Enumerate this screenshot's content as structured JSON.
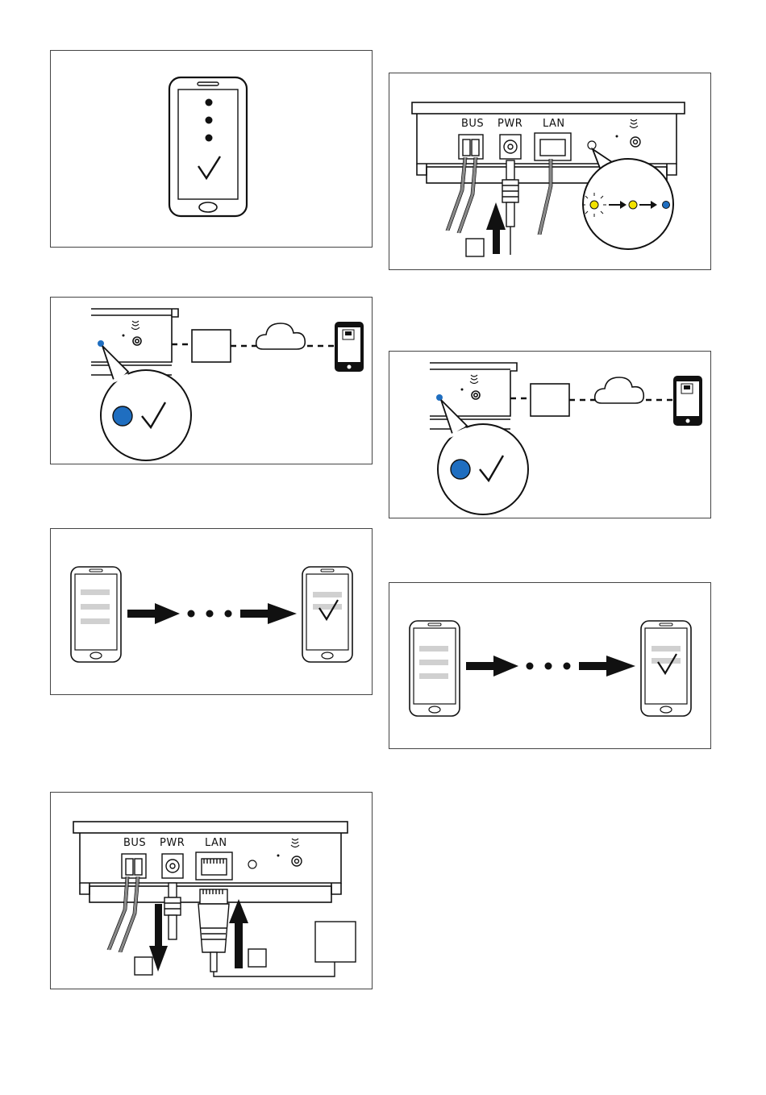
{
  "ports": {
    "bus": "BUS",
    "pwr": "PWR",
    "lan": "LAN"
  },
  "colors": {
    "led_blue": "#1f6ec0",
    "led_yellow": "#f2e200",
    "line": "#111111",
    "cable": "#8a8a8a",
    "menu_bar": "#d0d0d0"
  },
  "icons": [
    "phone-icon",
    "check-icon",
    "cloud-icon",
    "router-box-icon",
    "arrow-right-icon",
    "arrow-up-icon",
    "arrow-down-icon",
    "led-indicator-icon",
    "nfc-icon"
  ]
}
